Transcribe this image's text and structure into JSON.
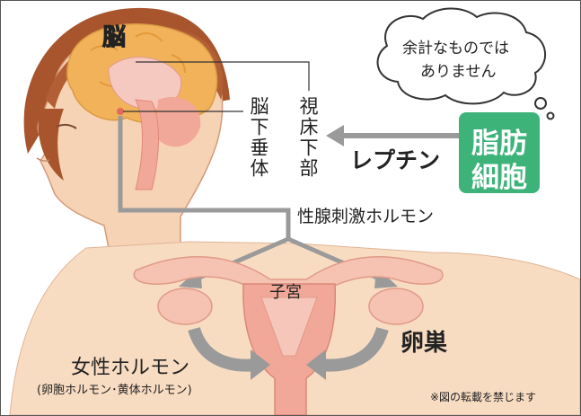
{
  "labels": {
    "brain": "脳",
    "hypothalamus": "視床下部",
    "pituitary": "脳下垂体",
    "leptin": "レプチン",
    "fat_cell_line1": "脂肪",
    "fat_cell_line2": "細胞",
    "thought_line1": "余計なものでは",
    "thought_line2": "ありません",
    "gonadotropin": "性腺刺激ホルモン",
    "uterus": "子宮",
    "ovary": "卵巣",
    "female_hormone": "女性ホルモン",
    "female_hormone_sub": "(卵胞ホルモン･黄体ホルモン)",
    "notice": "※図の転載を禁じます"
  },
  "colors": {
    "fat_cell_bg": "#3db37a",
    "arrow_gray": "#9a9a9a",
    "skin": "#f6d3b4",
    "hair": "#a8552e",
    "brain": "#f2b25a",
    "organ_pink": "#f2a898"
  }
}
